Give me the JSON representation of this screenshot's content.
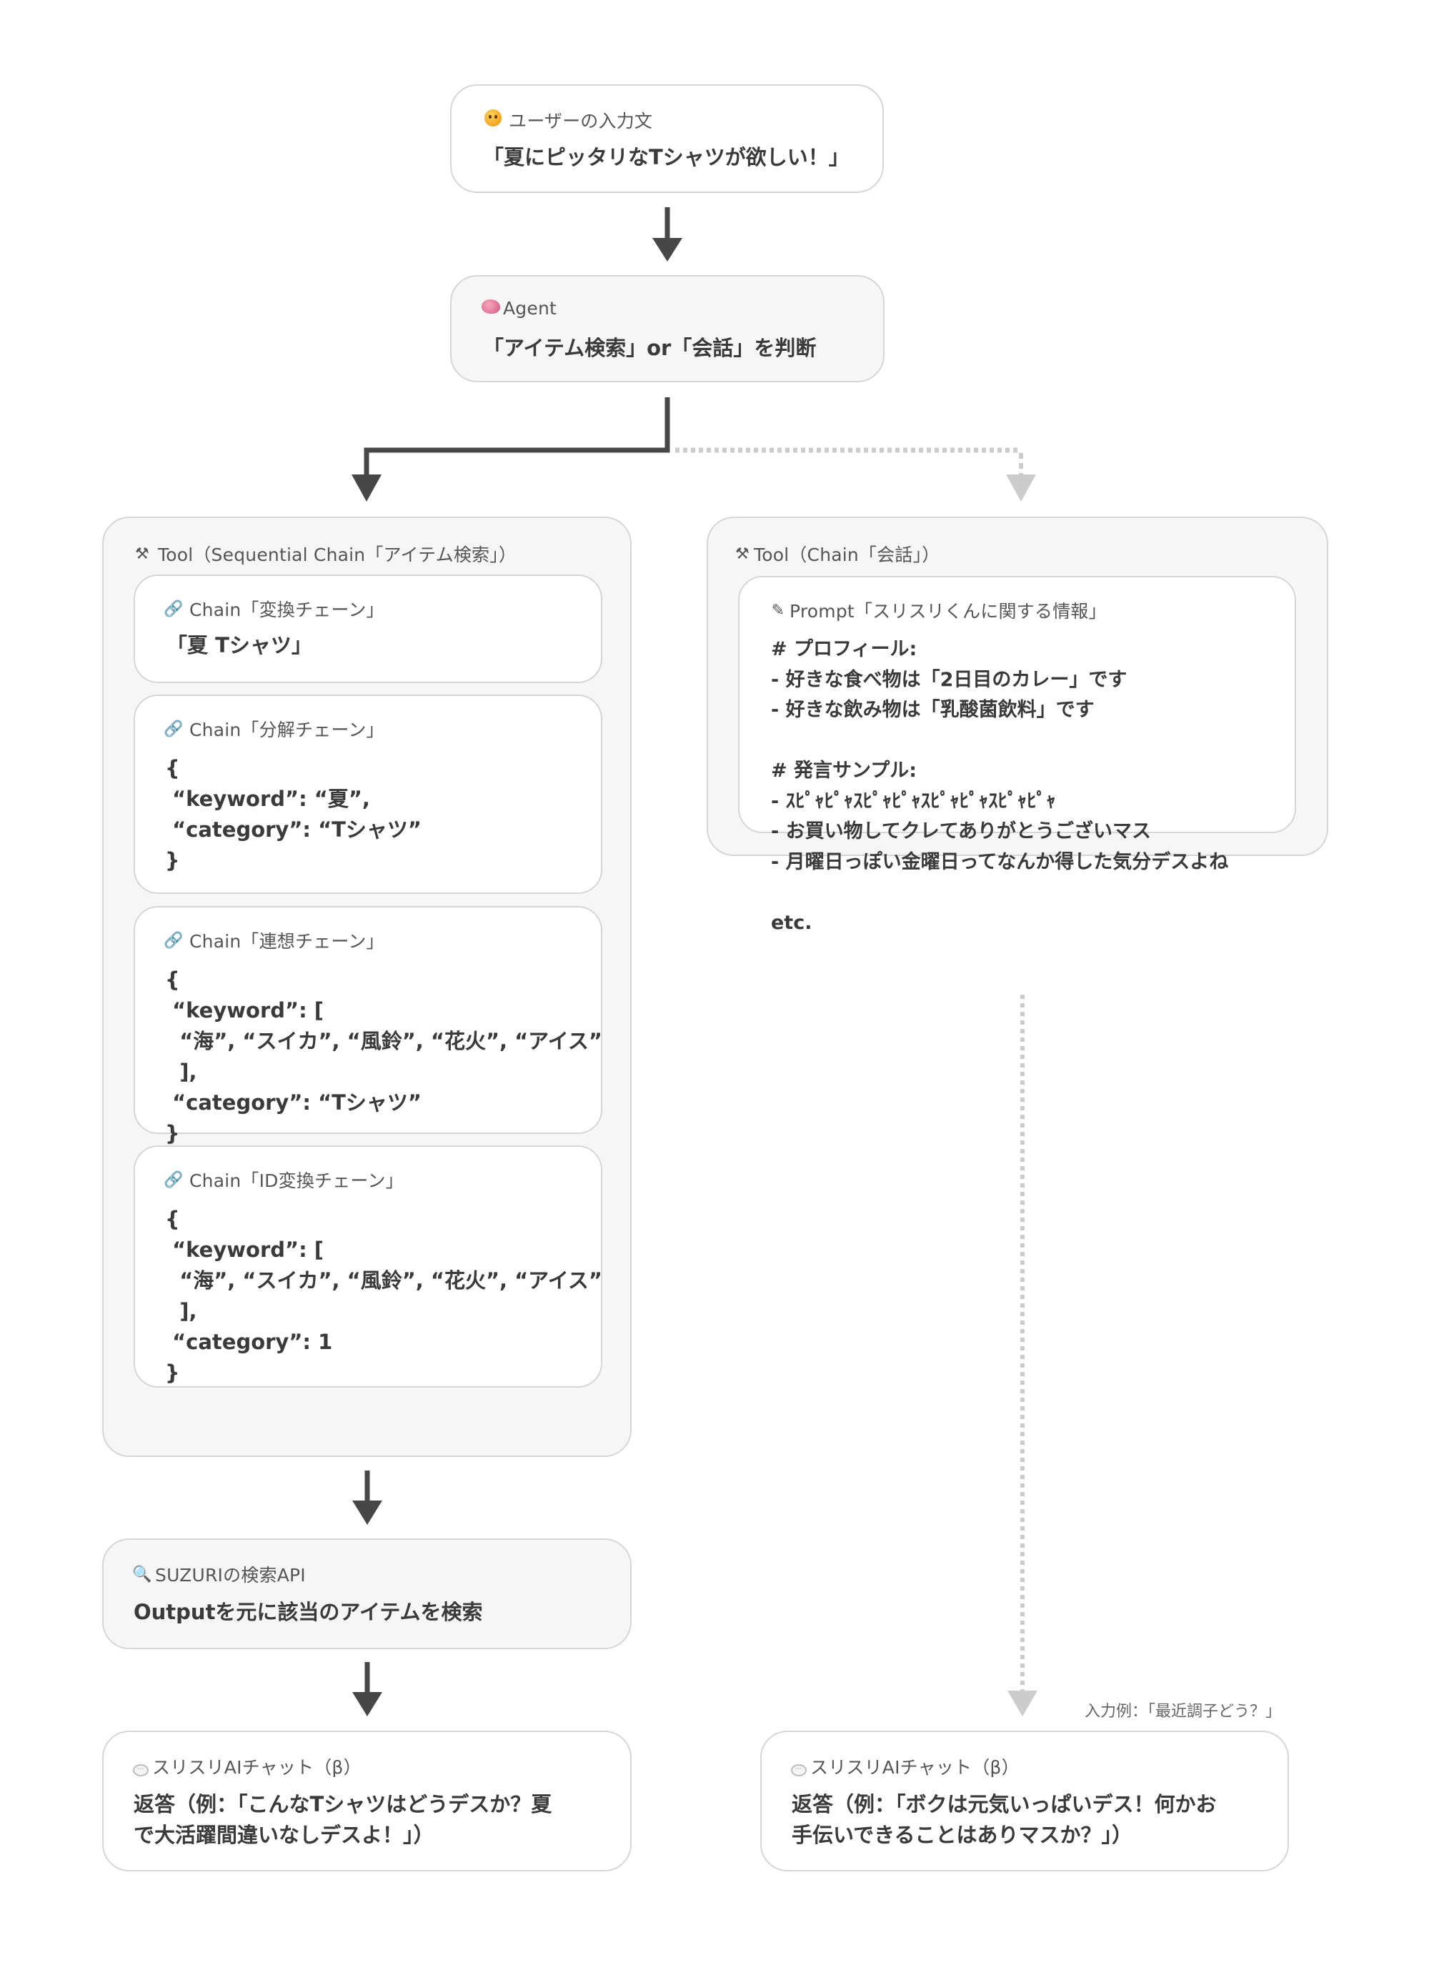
{
  "diagram": {
    "user_input": {
      "icon": "shushing-face-icon",
      "label": "ユーザーの入力文",
      "text": "「夏にピッタリなTシャツが欲しい！」"
    },
    "agent": {
      "icon": "brain-icon",
      "label": "Agent",
      "text": "「アイテム検索」or「会話」を判断"
    },
    "tool_search": {
      "icon": "hammer-wrench-icon",
      "label": "Tool（Sequential Chain「アイテム検索」）",
      "chains": [
        {
          "icon": "link-icon",
          "label": "Chain「変換チェーン」",
          "text": "「夏 Tシャツ」"
        },
        {
          "icon": "link-icon",
          "label": "Chain「分解チェーン」",
          "text": "{\n “keyword”: “夏”,\n “category”: “Tシャツ”\n}"
        },
        {
          "icon": "link-icon",
          "label": "Chain「連想チェーン」",
          "text": "{\n “keyword”: [\n  “海”, “スイカ”, “風鈴”, “花火”, “アイス”\n  ],\n “category”: “Tシャツ”\n}"
        },
        {
          "icon": "link-icon",
          "label": "Chain「ID変換チェーン」",
          "text": "{\n “keyword”: [\n  “海”, “スイカ”, “風鈴”, “花火”, “アイス”\n  ],\n “category”: 1\n}"
        }
      ]
    },
    "tool_chat": {
      "icon": "hammer-wrench-icon",
      "label": "Tool（Chain「会話」）",
      "prompt": {
        "icon": "pen-icon",
        "label": "Prompt「スリスリくんに関する情報」",
        "text": "# プロフィール:\n- 好きな食べ物は「2日目のカレー」です\n- 好きな飲み物は「乳酸菌飲料」です\n\n# 発言サンプル:\n- ｽﾋﾟｬﾋﾟｬｽﾋﾟｬﾋﾟｬｽﾋﾟｬﾋﾟｬｽﾋﾟｬﾋﾟｬ\n- お買い物してクレてありがとうございマス\n- 月曜日っぽい金曜日ってなんか得した気分デスよね\n\netc."
      }
    },
    "search_api": {
      "icon": "magnifier-icon",
      "label": "SUZURIの検索API",
      "text": "Outputを元に該当のアイテムを検索"
    },
    "chat_result_left": {
      "icon": "speech-bubble-icon",
      "label": "スリスリAIチャット（β）",
      "text": "返答（例：「こんなTシャツはどうデスか？夏\nで大活躍間違いなしデスよ！」）"
    },
    "chat_result_right": {
      "icon": "speech-bubble-icon",
      "label": "スリスリAIチャット（β）",
      "text": "返答（例：「ボクは元気いっぱいデス！何かお\n手伝いできることはありマスか？」）"
    },
    "input_example_caption": "入力例：「最近調子どう？」",
    "colors": {
      "solid_arrow": "#474747",
      "dotted_arrow": "#cccccc",
      "box_border": "#d6d6d6",
      "gray_box_fill": "#f6f6f6",
      "white_box_fill": "#ffffff"
    }
  }
}
